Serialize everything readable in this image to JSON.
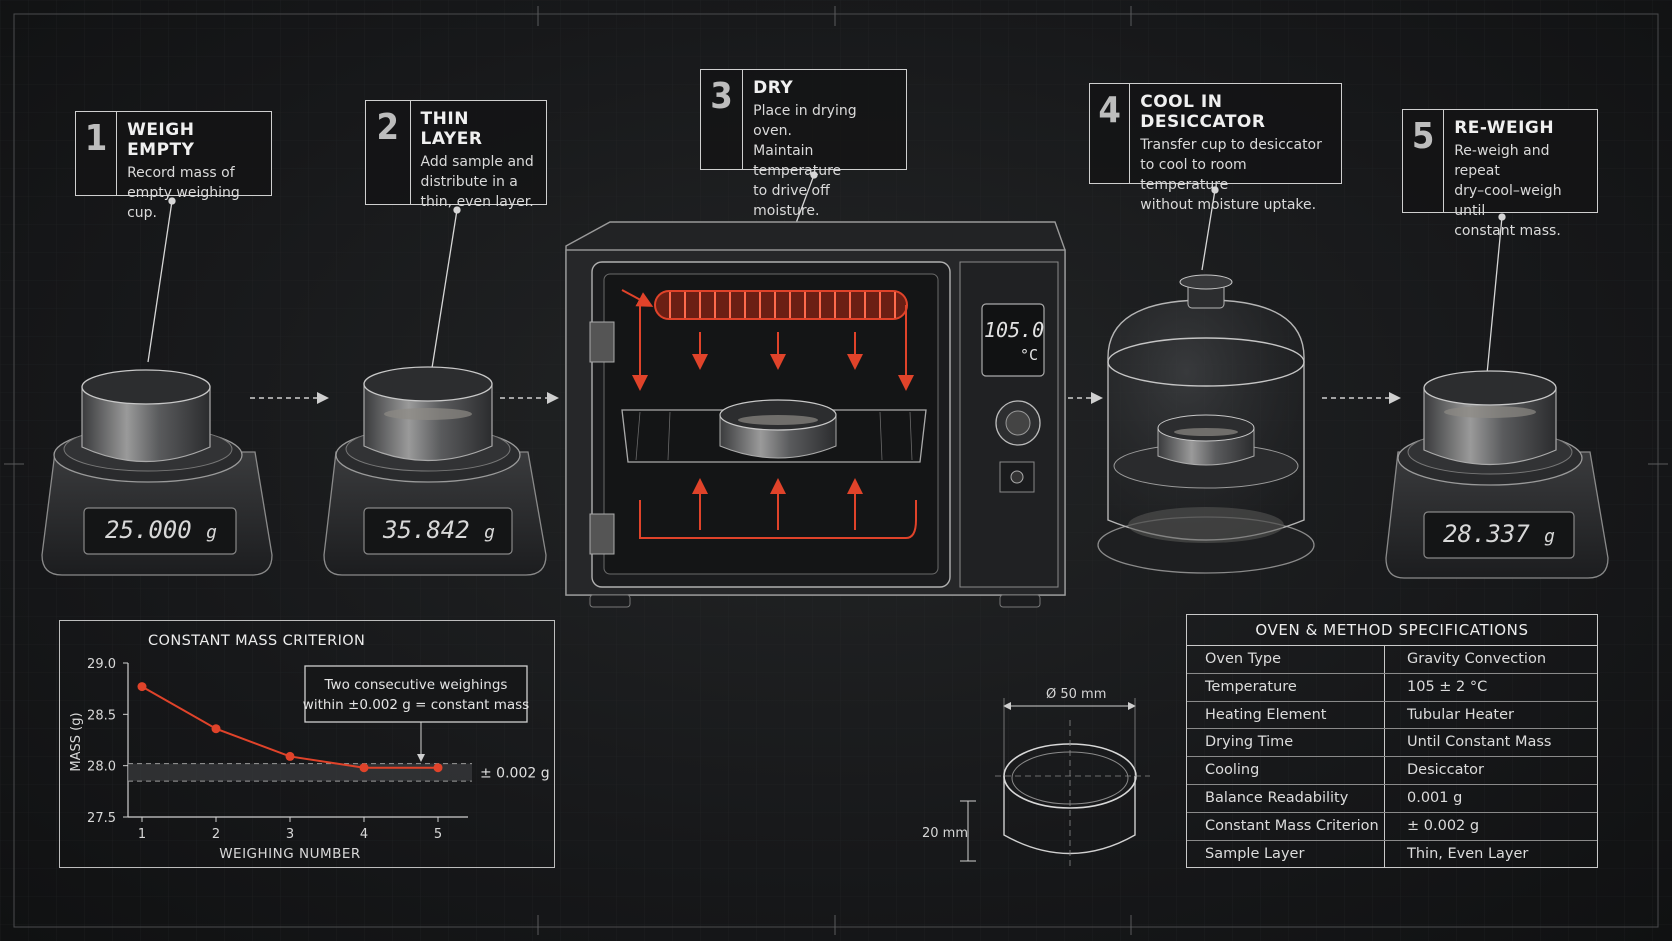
{
  "steps": [
    {
      "number": "1",
      "title": "WEIGH EMPTY",
      "description": "Record mass of\nempty weighing cup."
    },
    {
      "number": "2",
      "title": "THIN LAYER",
      "description": "Add sample and\ndistribute in a\nthin, even layer."
    },
    {
      "number": "3",
      "title": "DRY",
      "description": "Place in drying oven.\nMaintain temperature\nto drive off moisture."
    },
    {
      "number": "4",
      "title": "COOL IN DESICCATOR",
      "description": "Transfer cup to desiccator\nto cool to room temperature\nwithout moisture uptake."
    },
    {
      "number": "5",
      "title": "RE-WEIGH",
      "description": "Re-weigh and repeat\ndry–cool–weigh until\nconstant mass."
    }
  ],
  "balances": {
    "reading_1": "25.000",
    "reading_2": "35.842",
    "reading_5": "28.337",
    "unit": "g"
  },
  "oven": {
    "display_temp": "105.0",
    "display_unit": "°C"
  },
  "cup_drawing": {
    "diameter_label": "Ø 50 mm",
    "height_label": "20 mm"
  },
  "colors": {
    "accent": "#e0432a",
    "line": "#d0d0d0",
    "background": "#161718"
  },
  "chart_data": {
    "type": "line",
    "title": "CONSTANT MASS CRITERION",
    "xlabel": "WEIGHING NUMBER",
    "ylabel": "MASS (g)",
    "x": [
      1,
      2,
      3,
      4,
      5
    ],
    "xticks": [
      "1",
      "2",
      "3",
      "4",
      "5"
    ],
    "yticks": [
      "27.5",
      "28.0",
      "28.5",
      "29.0"
    ],
    "ylim": [
      27.5,
      29.0
    ],
    "series": [
      {
        "values": [
          28.77,
          28.36,
          28.09,
          27.98,
          27.98
        ]
      }
    ],
    "band": {
      "low": 27.85,
      "high": 28.02,
      "label": "± 0.002 g"
    },
    "annotation": "Two consecutive weighings\nwithin ±0.002 g = constant mass",
    "grid": false
  },
  "specs": {
    "title": "OVEN & METHOD SPECIFICATIONS",
    "rows": [
      {
        "key": "Oven Type",
        "value": "Gravity Convection"
      },
      {
        "key": "Temperature",
        "value": "105 ± 2 °C"
      },
      {
        "key": "Heating Element",
        "value": "Tubular Heater"
      },
      {
        "key": "Drying Time",
        "value": "Until Constant Mass"
      },
      {
        "key": "Cooling",
        "value": "Desiccator"
      },
      {
        "key": "Balance Readability",
        "value": "0.001 g"
      },
      {
        "key": "Constant Mass Criterion",
        "value": "± 0.002 g"
      },
      {
        "key": "Sample Layer",
        "value": "Thin, Even Layer"
      }
    ]
  }
}
